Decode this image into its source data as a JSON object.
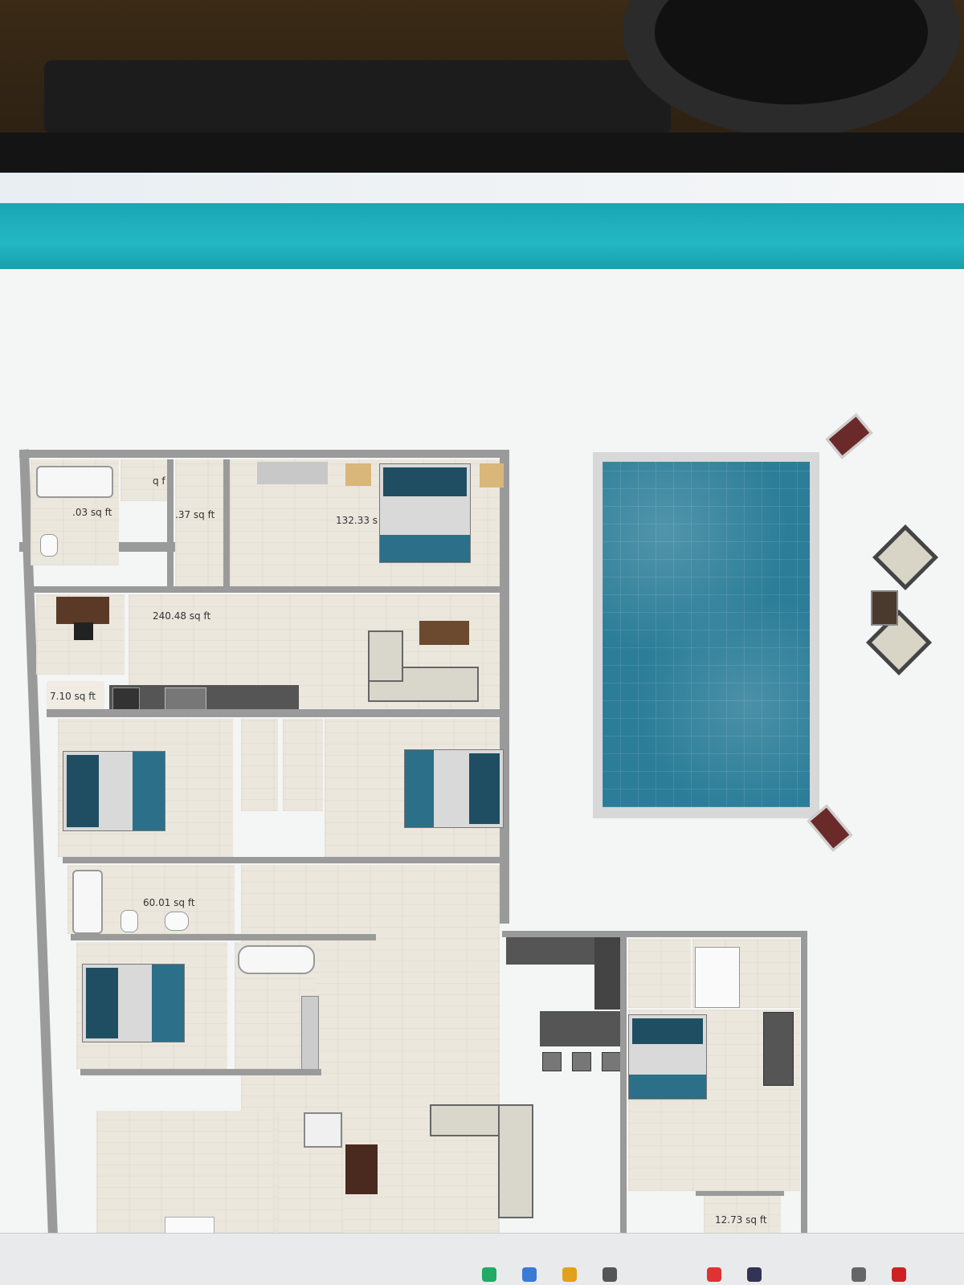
{
  "app": {
    "name": "floor-plan-designer"
  },
  "room_labels": [
    {
      "id": "bath-top",
      "text": ".03 sq ft"
    },
    {
      "id": "closet-top",
      "text": "q f"
    },
    {
      "id": "room-237",
      "text": ".37 sq ft"
    },
    {
      "id": "master-bedroom",
      "text": "132.33 s"
    },
    {
      "id": "living-kitchen",
      "text": "240.48 sq ft"
    },
    {
      "id": "side-nook",
      "text": "7.10 sq ft"
    },
    {
      "id": "bath-mid",
      "text": "60.01 sq ft"
    },
    {
      "id": "small-room",
      "text": "12.73 sq ft"
    }
  ],
  "colors": {
    "banner": "#1fb0bd",
    "wall": "#9a9a9a",
    "floor": "#ece7dd",
    "pool_water": "#2b7d98",
    "bed_accent": "#1f4e63"
  },
  "taskbar": {
    "icons": [
      "app-icon-1",
      "app-icon-2",
      "app-icon-3",
      "app-icon-4",
      "app-icon-5",
      "app-icon-6",
      "app-icon-7",
      "app-icon-8"
    ]
  }
}
